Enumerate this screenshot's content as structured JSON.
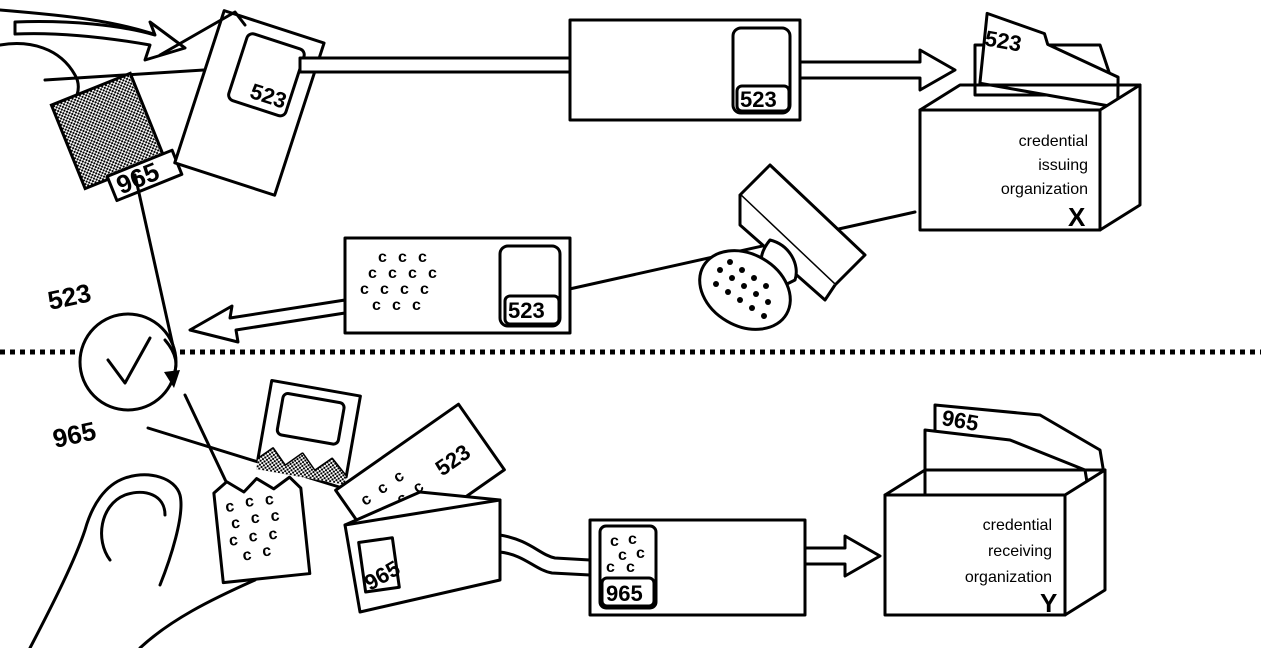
{
  "top_section": {
    "card_number": "523",
    "card_number_tilted": "523",
    "shaded_tag": "965",
    "envelope_number": "523",
    "stamped_envelope_number": "523",
    "side_time_number": "523",
    "issuer": {
      "file_tab": "523",
      "line1": "credential",
      "line2": "issuing",
      "line3": "organization",
      "letter": "X"
    }
  },
  "bottom_section": {
    "side_time_number": "965",
    "torn_card_number": "523",
    "pocket_number": "965",
    "envelope_number": "965",
    "receiver": {
      "file_tab": "965",
      "line1": "credential",
      "line2": "receiving",
      "line3": "organization",
      "letter": "Y"
    }
  },
  "glyph": "c",
  "colors": {
    "ink": "#000000",
    "paper": "#ffffff"
  },
  "icons": [
    "clock-icon",
    "hand-icon",
    "stamp-icon",
    "file-box-icon",
    "envelope-icon",
    "arrow-icon"
  ]
}
